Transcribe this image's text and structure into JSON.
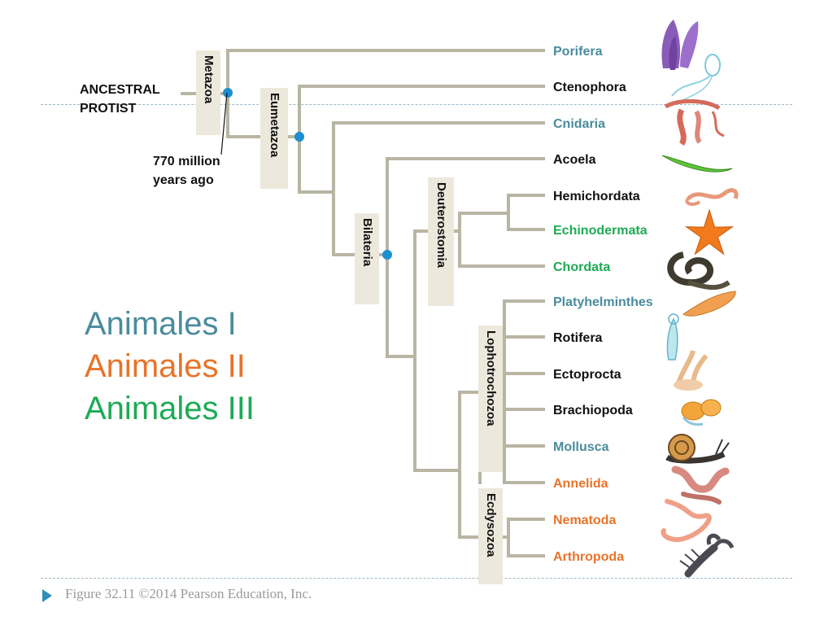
{
  "colors": {
    "group1": "#4a8c9c",
    "group2": "#e8732a",
    "group3": "#1eaa55",
    "black": "#111111",
    "node": "#1b8fcf",
    "branch": "#b8b5a3",
    "dashed": "#9fb8c9",
    "footer_arrow": "#2f8fb8"
  },
  "root_label": [
    "ANCESTRAL",
    "PROTIST"
  ],
  "time_annotation": [
    "770 million",
    "years ago"
  ],
  "taxa": [
    {
      "name": "Porifera",
      "group": "group1",
      "icon": "sponge-icon"
    },
    {
      "name": "Ctenophora",
      "group": "black",
      "icon": "comb-jelly-icon"
    },
    {
      "name": "Cnidaria",
      "group": "group1",
      "icon": "jellyfish-icon"
    },
    {
      "name": "Acoela",
      "group": "black",
      "icon": "flatworm-icon"
    },
    {
      "name": "Hemichordata",
      "group": "black",
      "icon": "acorn-worm-icon"
    },
    {
      "name": "Echinodermata",
      "group": "group3",
      "icon": "starfish-icon"
    },
    {
      "name": "Chordata",
      "group": "group3",
      "icon": "lamprey-icon"
    },
    {
      "name": "Platyhelminthes",
      "group": "group1",
      "icon": "planarian-icon"
    },
    {
      "name": "Rotifera",
      "group": "black",
      "icon": "rotifer-icon"
    },
    {
      "name": "Ectoprocta",
      "group": "black",
      "icon": "bryozoan-icon"
    },
    {
      "name": "Brachiopoda",
      "group": "black",
      "icon": "brachiopod-icon"
    },
    {
      "name": "Mollusca",
      "group": "group1",
      "icon": "snail-icon"
    },
    {
      "name": "Annelida",
      "group": "group2",
      "icon": "earthworm-icon"
    },
    {
      "name": "Nematoda",
      "group": "group2",
      "icon": "roundworm-icon"
    },
    {
      "name": "Arthropoda",
      "group": "group2",
      "icon": "lobster-icon"
    }
  ],
  "clades": [
    "Metazoa",
    "Eumetazoa",
    "Bilateria",
    "Deuterostomia",
    "Lophotrochozoa",
    "Ecdysozoa"
  ],
  "legend": [
    {
      "label": "Animales I",
      "color": "group1"
    },
    {
      "label": "Animales II",
      "color": "group2"
    },
    {
      "label": "Animales III",
      "color": "group3"
    }
  ],
  "footer": "Figure 32.11 ©2014 Pearson Education, Inc."
}
